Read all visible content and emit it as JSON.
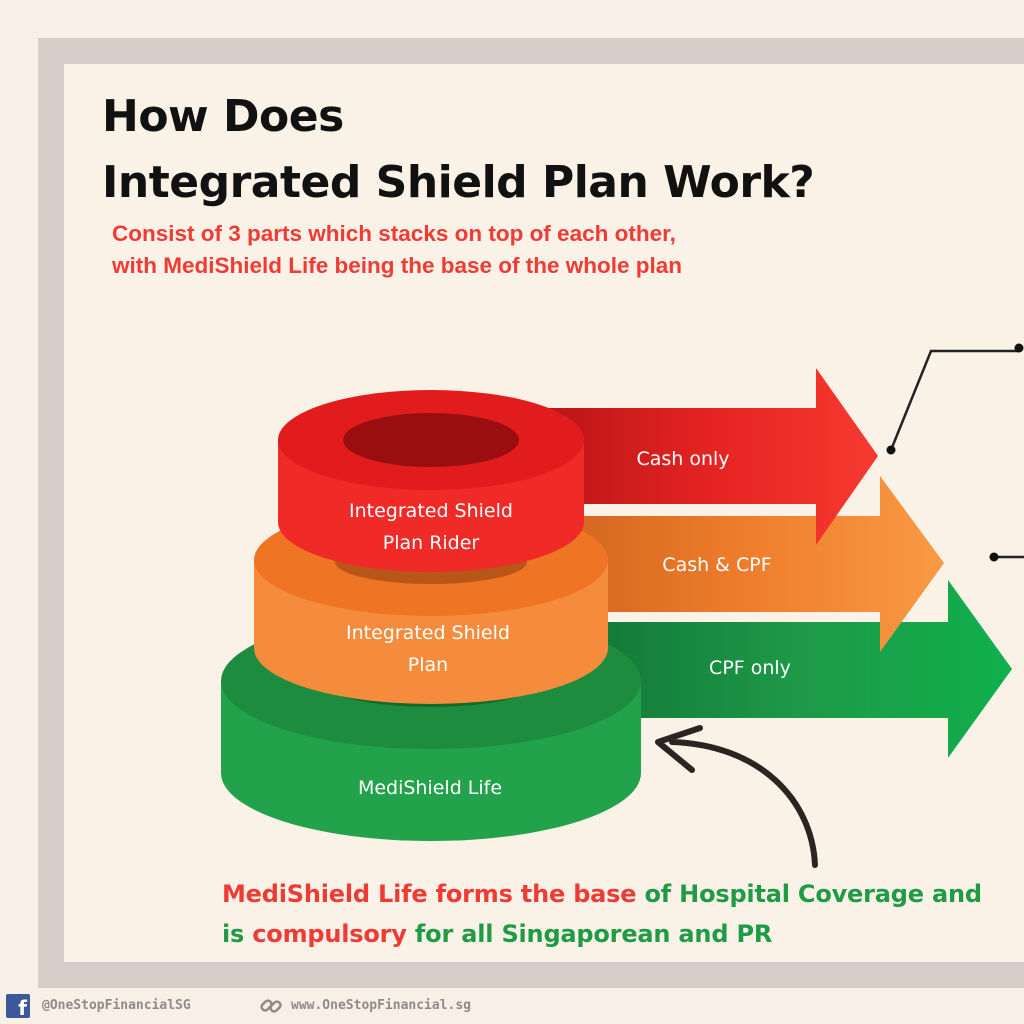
{
  "header": {
    "title_line1": "How Does",
    "title_line2": "Integrated Shield Plan Work?",
    "subtitle_line1": "Consist of 3 parts which stacks on top of each other,",
    "subtitle_line2": "with MediShield Life being the base of the whole plan"
  },
  "tiers": [
    {
      "label_line1": "Integrated Shield",
      "label_line2": "Plan Rider",
      "arrow_label": "Cash only",
      "color": "#e8201f"
    },
    {
      "label_line1": "Integrated Shield",
      "label_line2": "Plan",
      "arrow_label": "Cash & CPF",
      "color": "#f47d2b"
    },
    {
      "label_line1": "MediShield  Life",
      "label_line2": "",
      "arrow_label": "CPF only",
      "color": "#22a24a"
    }
  ],
  "note": {
    "part1": "MediShield Life forms the base",
    "part2": " of Hospital Coverage and",
    "part3": "is ",
    "part4": "compulsory",
    "part5": " for all Singaporean and PR"
  },
  "colors": {
    "accent_red": "#ee3b36",
    "accent_green": "#1f9b46",
    "background": "#faf1e7",
    "frame": "#d7cdc9"
  },
  "footer": {
    "facebook_icon": "facebook-icon",
    "facebook_handle": "@OneStopFinancialSG",
    "link_icon": "link-icon",
    "website": "www.OneStopFinancial.sg"
  }
}
